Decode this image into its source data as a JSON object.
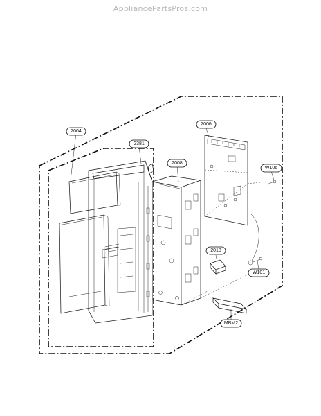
{
  "watermark": "AppliancePartsPros.com",
  "callouts": {
    "c2004": "2004",
    "c2381": "2381",
    "c2008": "2008",
    "c2006": "2006",
    "cW106": "W106",
    "c2018": "2018",
    "cW101": "W101",
    "cMBM2": "MBM2"
  }
}
